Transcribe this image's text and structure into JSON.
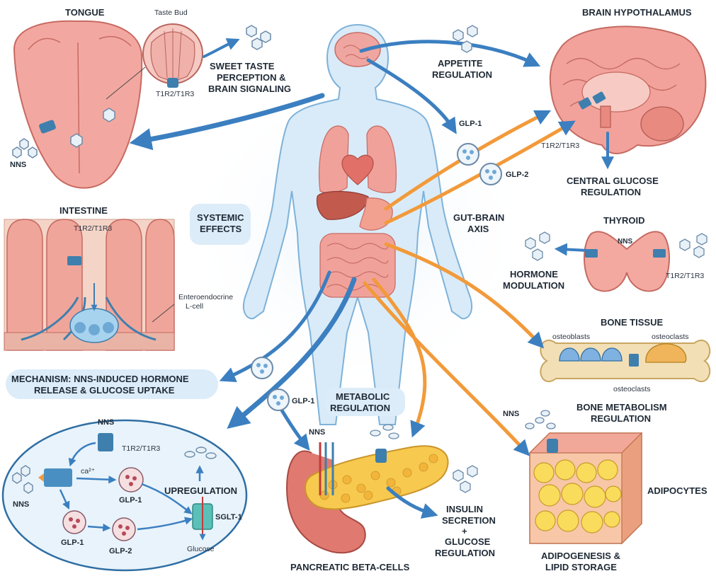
{
  "labels": {
    "tongue": "TONGUE",
    "taste_bud": "Taste Bud",
    "t1r2_tongue": "T1R2/T1R3",
    "sweet_taste_1": "SWEET TASTE",
    "sweet_taste_2": "PERCEPTION &",
    "sweet_taste_3": "BRAIN SIGNALING",
    "nns_tongue": "NNS",
    "appetite_1": "APPETITE",
    "appetite_2": "REGULATION",
    "brain_hypothalamus": "BRAIN HYPOTHALAMUS",
    "t1r2_brain": "T1R2/T1R3",
    "central_glucose_1": "CENTRAL GLUCOSE",
    "central_glucose_2": "REGULATION",
    "glp1_top": "GLP-1",
    "glp2_top": "GLP-2",
    "intestine": "INTESTINE",
    "t1r2_intestine": "T1R2/T1R3",
    "enteroendocrine_1": "Enteroendocrine",
    "enteroendocrine_2": "L-cell",
    "systemic_1": "SYSTEMIC",
    "systemic_2": "EFFECTS",
    "gut_brain_1": "GUT-BRAIN",
    "gut_brain_2": "AXIS",
    "thyroid": "THYROID",
    "nns_thyroid": "NNS",
    "t1r2_thyroid": "T1R2/T1R3",
    "hormone_1": "HORMONE",
    "hormone_2": "MODULATION",
    "bone_tissue": "BONE TISSUE",
    "osteoblasts": "osteoblasts",
    "osteoclasts_top": "osteoclasts",
    "osteoclasts_bottom": "osteoclasts",
    "bone_metab_1": "BONE METABOLISM",
    "bone_metab_2": "REGULATION",
    "mechanism_1": "MECHANISM: NNS-INDUCED HORMONE",
    "mechanism_2": "RELEASE & GLUCOSE UPTAKE",
    "glp1_mid": "GLP-1",
    "metabolic_1": "METABOLIC",
    "metabolic_2": "REGULATION",
    "nns_pancreas": "NNS",
    "nns_adipo": "NNS",
    "adipocytes": "ADIPOCYTES",
    "adipogenesis_1": "ADIPOGENESIS &",
    "adipogenesis_2": "LIPID STORAGE",
    "insulin_1": "INSULIN",
    "insulin_2": "SECRETION",
    "insulin_3": "+",
    "insulin_4": "GLUCOSE",
    "insulin_5": "REGULATION",
    "pancreatic": "PANCREATIC BETA-CELLS",
    "cell_nns_top": "NNS",
    "cell_t1r2": "T1R2/T1R3",
    "cell_ca": "ca²⁺",
    "cell_nns_left": "NNS",
    "cell_glp1_a": "GLP-1",
    "cell_glp1_b": "GLP-1",
    "cell_glp2": "GLP-2",
    "upregulation": "UPREGULATION",
    "sglt1": "SGLT-1",
    "glucose": "Glucose"
  },
  "colors": {
    "blue_arrow": "#3b7fc0",
    "orange_arrow": "#f29a3a",
    "body_fill": "#d9ebf8",
    "organ_pink": "#e9857a",
    "receptor": "#3e7fae"
  }
}
